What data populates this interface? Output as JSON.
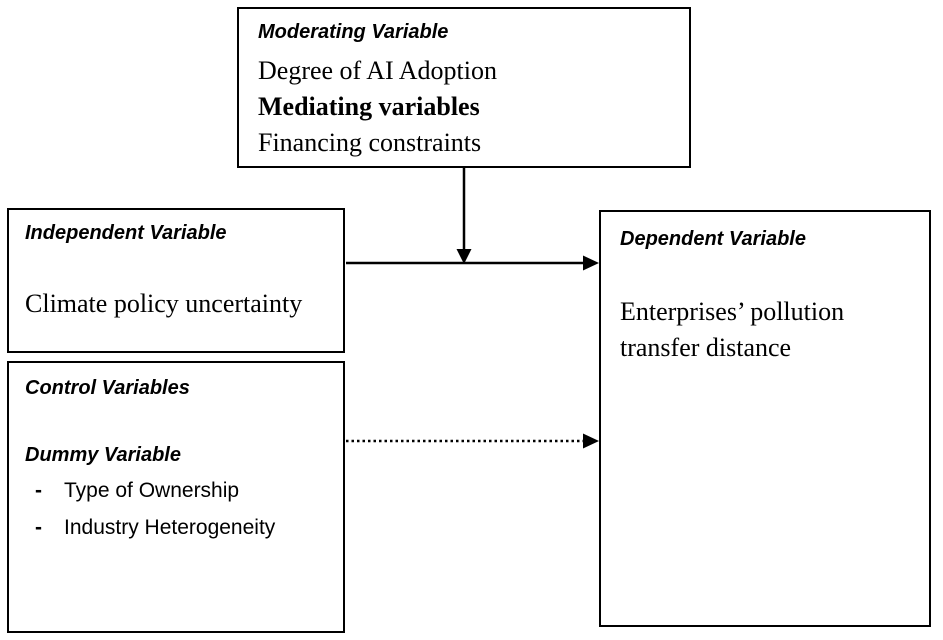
{
  "figure": {
    "colors": {
      "background": "#ffffff",
      "line": "#000000",
      "text": "#000000"
    },
    "boxes": {
      "moderating": {
        "heading": "Moderating Variable",
        "lines": [
          "Degree of AI Adoption",
          "Mediating variables",
          "Financing constraints"
        ]
      },
      "independent": {
        "heading": "Independent Variable",
        "body": "Climate policy uncertainty"
      },
      "control": {
        "heading": "Control Variables",
        "subheading": "Dummy Variable",
        "bullet": "-",
        "items": [
          "Type of Ownership",
          "Industry Heterogeneity"
        ]
      },
      "dependent": {
        "heading": "Dependent Variable",
        "body": "Enterprises’ pollution transfer distance"
      }
    },
    "arrows": [
      {
        "name": "main-effect-arrow",
        "style": "solid",
        "from": "independent",
        "to": "dependent"
      },
      {
        "name": "moderation-arrow",
        "style": "solid",
        "from": "moderating",
        "to": "main-effect-arrow"
      },
      {
        "name": "control-arrow",
        "style": "dotted",
        "from": "control",
        "to": "dependent"
      }
    ]
  }
}
